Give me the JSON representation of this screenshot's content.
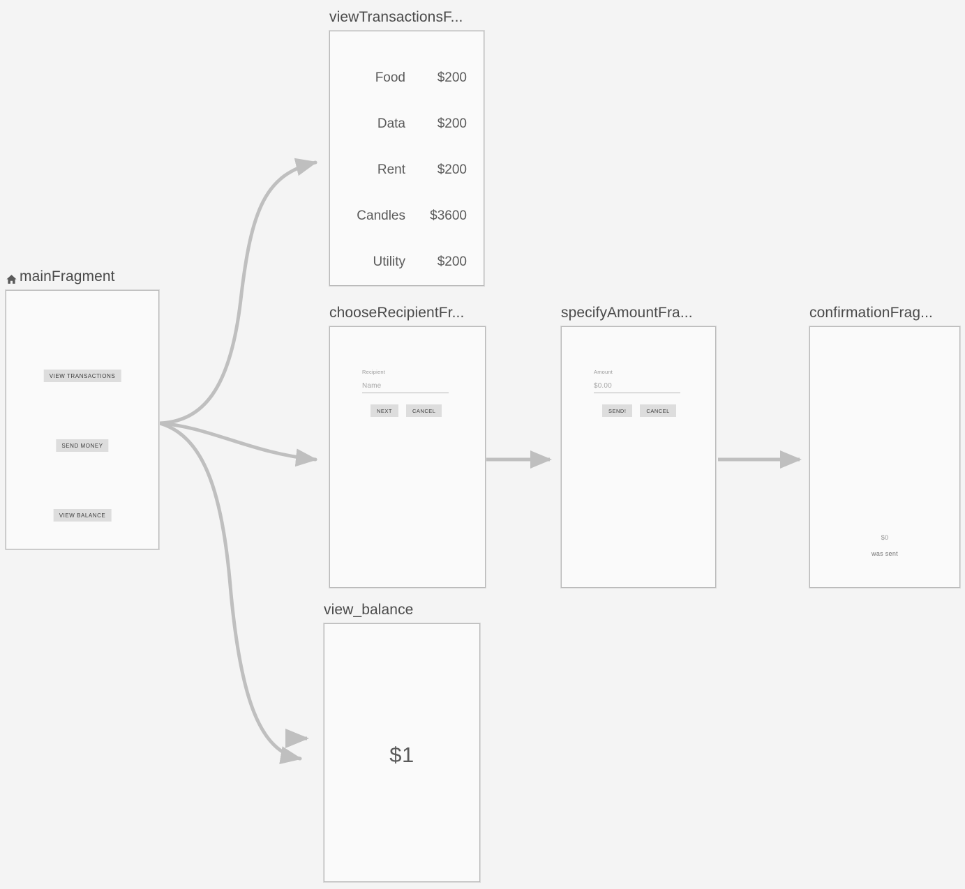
{
  "canvas": {
    "background": "#f4f4f4",
    "edge_color": "#bfbfbf"
  },
  "nodes": {
    "main_fragment": {
      "label": "mainFragment",
      "start_icon": "home-icon",
      "buttons": [
        {
          "label": "VIEW TRANSACTIONS"
        },
        {
          "label": "SEND MONEY"
        },
        {
          "label": "VIEW BALANCE"
        }
      ]
    },
    "view_transactions": {
      "label": "viewTransactionsF...",
      "rows": [
        {
          "name": "Food",
          "amount": "$200"
        },
        {
          "name": "Data",
          "amount": "$200"
        },
        {
          "name": "Rent",
          "amount": "$200"
        },
        {
          "name": "Candles",
          "amount": "$3600"
        },
        {
          "name": "Utility",
          "amount": "$200"
        }
      ]
    },
    "choose_recipient": {
      "label": "chooseRecipientFr...",
      "field_label": "Recipient",
      "field_value": "Name",
      "buttons": [
        {
          "label": "NEXT"
        },
        {
          "label": "CANCEL"
        }
      ]
    },
    "specify_amount": {
      "label": "specifyAmountFra...",
      "field_label": "Amount",
      "field_value": "$0.00",
      "buttons": [
        {
          "label": "SEND!"
        },
        {
          "label": "CANCEL"
        }
      ]
    },
    "confirmation": {
      "label": "confirmationFrag...",
      "amount": "$0",
      "message": "was sent"
    },
    "view_balance": {
      "label": "view_balance",
      "amount": "$1"
    }
  }
}
